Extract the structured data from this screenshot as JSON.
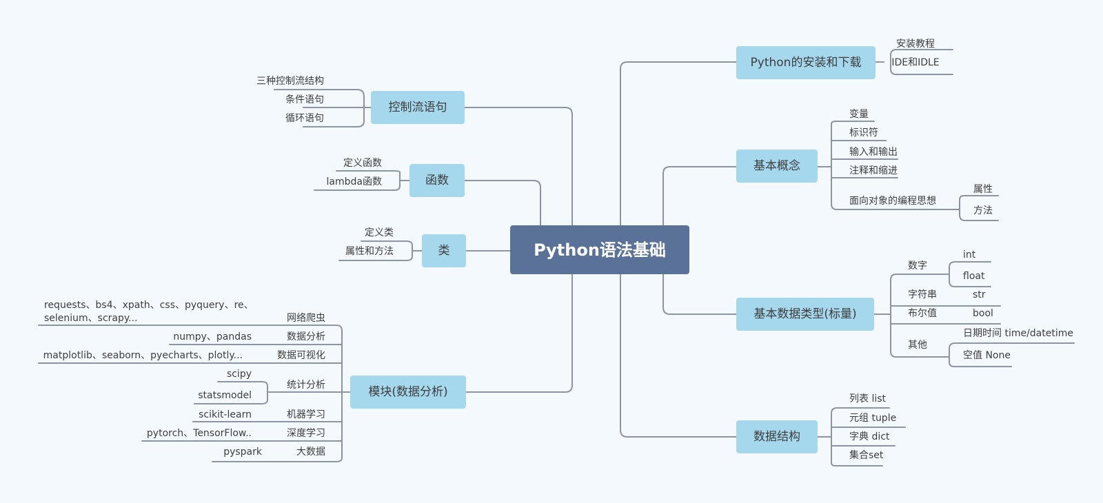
{
  "colors": {
    "background": "#f4f9fd",
    "root_fill": "#5b7298",
    "branch_fill": "#a5d8ec",
    "line": "#8c94a3",
    "text": "#3d3d3d",
    "root_text": "#ffffff"
  },
  "root": "Python语法基础",
  "branches": {
    "install": "Python的安装和下载",
    "basic": "基本概念",
    "types": "基本数据类型(标量)",
    "struct": "数据结构",
    "control": "控制流语句",
    "func": "函数",
    "class": "类",
    "module": "模块(数据分析)"
  },
  "install": [
    "安装教程",
    "IDE和IDLE"
  ],
  "basic": {
    "items": [
      "变量",
      "标识符",
      "输入和输出",
      "注释和缩进",
      "面向对象的编程思想"
    ],
    "oop": [
      "属性",
      "方法"
    ]
  },
  "types": {
    "number": "数字",
    "number_items": [
      "int",
      "float"
    ],
    "string": "字符串",
    "string_item": "str",
    "bool": "布尔值",
    "bool_item": "bool",
    "other": "其他",
    "other_items": [
      "日期时间 time/datetime",
      "空值 None"
    ]
  },
  "struct": [
    "列表 list",
    "元组 tuple",
    "字典 dict",
    "集合set"
  ],
  "control": [
    "三种控制流结构",
    "条件语句",
    "循环语句"
  ],
  "func": [
    "定义函数",
    "lambda函数"
  ],
  "class": [
    "定义类",
    "属性和方法"
  ],
  "module": {
    "crawler": "网络爬虫",
    "crawler_libs_1": "requests、bs4、xpath、css、pyquery、re、",
    "crawler_libs_2": "selenium、scrapy...",
    "analysis": "数据分析",
    "analysis_libs": "numpy、pandas",
    "viz": "数据可视化",
    "viz_libs": "matplotlib、seaborn、pyecharts、plotly...",
    "stats": "统计分析",
    "stats_libs": [
      "scipy",
      "statsmodel"
    ],
    "ml": "机器学习",
    "ml_libs": "scikit-learn",
    "dl": "深度学习",
    "dl_libs": "pytorch、TensorFlow..",
    "bigdata": "大数据",
    "bigdata_libs": "pyspark"
  }
}
